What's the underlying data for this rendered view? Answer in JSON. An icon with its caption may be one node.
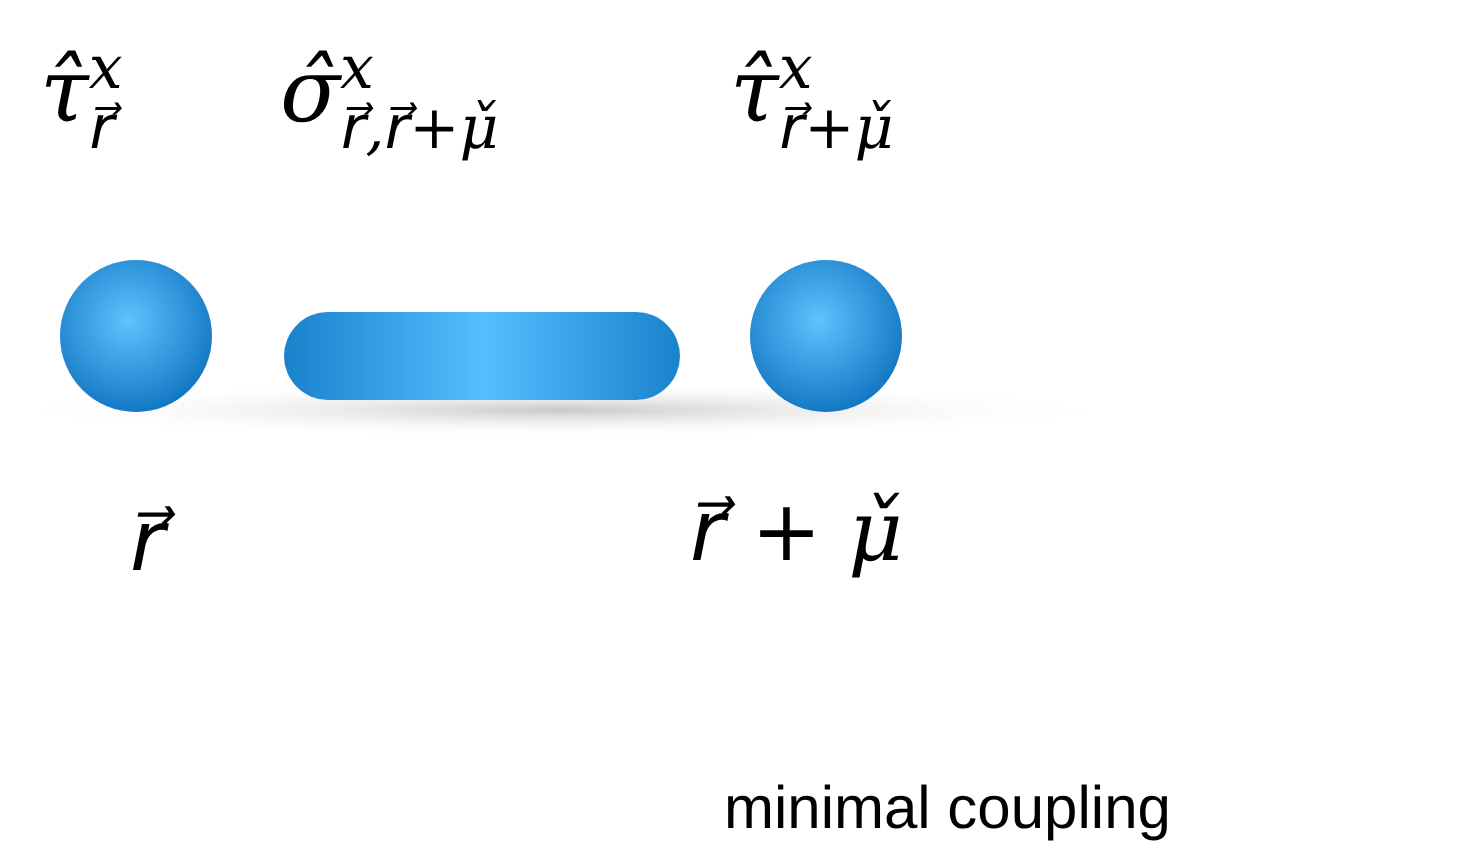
{
  "diagram": {
    "nodes": [
      {
        "text": [
          "τ̂$^{x}$$_{r⃗}$"
        ],
        "beside": [
          "r⃗"
        ]
      },
      {
        "text": [
          "σ̂$^{x}$$_{r⃗,r⃗+μ̌}$"
        ]
      },
      {
        "text": [
          "τ̂$^{x}$$_{r⃗+μ̌}$"
        ],
        "beside": [
          "r⃗ + μ̌"
        ]
      }
    ],
    "edges": [],
    "labels": [
      "minimal coupling"
    ]
  }
}
